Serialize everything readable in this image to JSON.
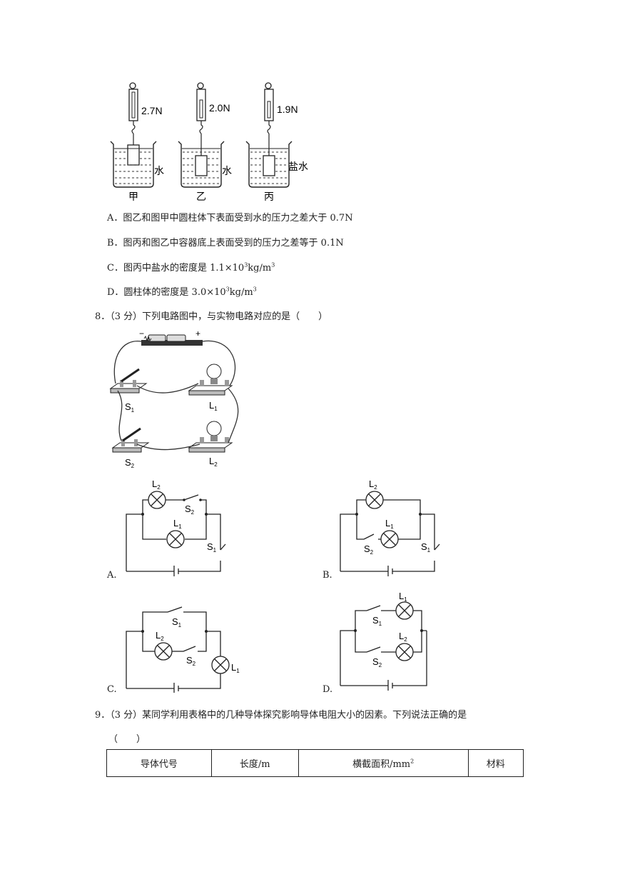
{
  "fig7": {
    "readings": [
      "2.7N",
      "2.0N",
      "1.9N"
    ],
    "liquids": [
      "水",
      "水",
      "盐水"
    ],
    "labels": [
      "甲",
      "乙",
      "丙"
    ]
  },
  "q7_options": {
    "A": "A．图乙和图甲中圆柱体下表面受到水的压力之差大于 0.7N",
    "B": "B．图丙和图乙中容器底上表面受到的压力之差等于 0.1N",
    "C_pre": "C．图丙中盐水的密度是 1.1×10",
    "C_exp": "3",
    "C_unit": "kg/m",
    "C_unit_exp": "3",
    "D_pre": "D．圆柱体的密度是 3.0×10",
    "D_exp": "3",
    "D_unit": "kg/m",
    "D_unit_exp": "3"
  },
  "q8": {
    "stem": "8．（3 分）下列电路图中，与实物电路对应的是（　　）",
    "battery_minus": "−",
    "battery_plus": "+",
    "photo_labels": {
      "s1_main": "S",
      "s1_sub": "1",
      "s2_main": "S",
      "s2_sub": "2",
      "l1_main": "L",
      "l1_sub": "1",
      "l2_main": "L",
      "l2_sub": "2"
    },
    "options": [
      "A.",
      "B.",
      "C.",
      "D."
    ]
  },
  "q9": {
    "stem": "9．（3 分）某同学利用表格中的几种导体探究影响导体电阻大小的因素。下列说法正确的是",
    "paren": "（　　）",
    "table_headers": [
      "导体代号",
      "长度/m",
      "横截面积/mm",
      "材料"
    ],
    "area_unit_exp": "2"
  }
}
